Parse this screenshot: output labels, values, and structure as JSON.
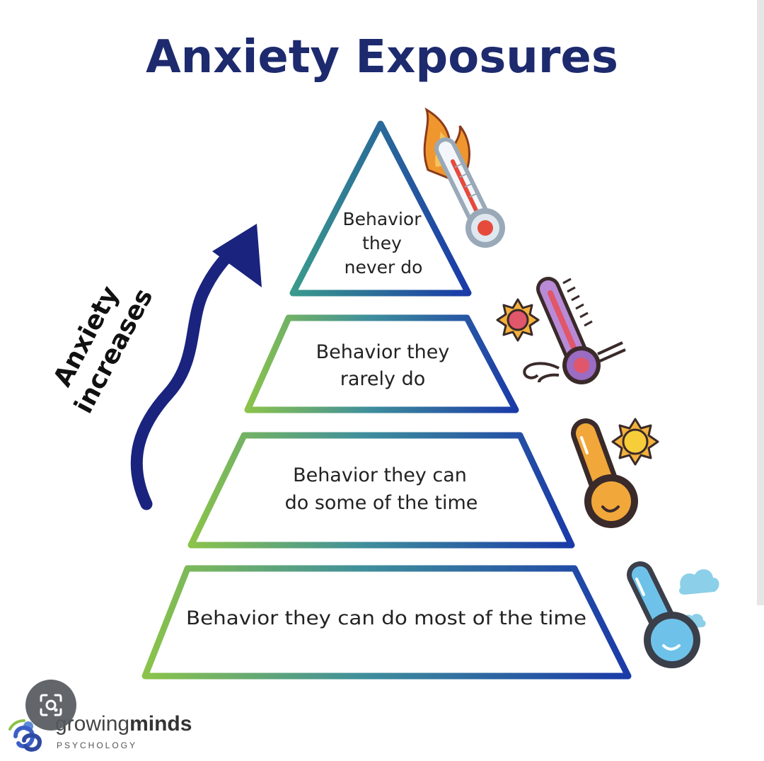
{
  "title": "Anxiety Exposures",
  "axis_label": {
    "line1": "Anxiety",
    "line2": "increases"
  },
  "levels": [
    {
      "lines": [
        "Behavior",
        "they",
        "never do"
      ],
      "icon": "flaming-thermometer-icon"
    },
    {
      "lines": [
        "Behavior they",
        "rarely do"
      ],
      "icon": "hot-thermometer-icon"
    },
    {
      "lines": [
        "Behavior they can",
        "do some of the time"
      ],
      "icon": "warm-thermometer-icon"
    },
    {
      "lines": [
        "Behavior they can do most of the time"
      ],
      "icon": "cold-thermometer-icon"
    }
  ],
  "brand": {
    "name_light": "growing",
    "name_bold": "minds",
    "tagline": "PSYCHOLOGY"
  },
  "colors": {
    "title": "#1d2a6e",
    "arrow": "#1a237e",
    "gradient_start": "#8bc34a",
    "gradient_end": "#1a3aa8",
    "text": "#222222"
  },
  "overlay": {
    "icon": "image-search-icon"
  }
}
